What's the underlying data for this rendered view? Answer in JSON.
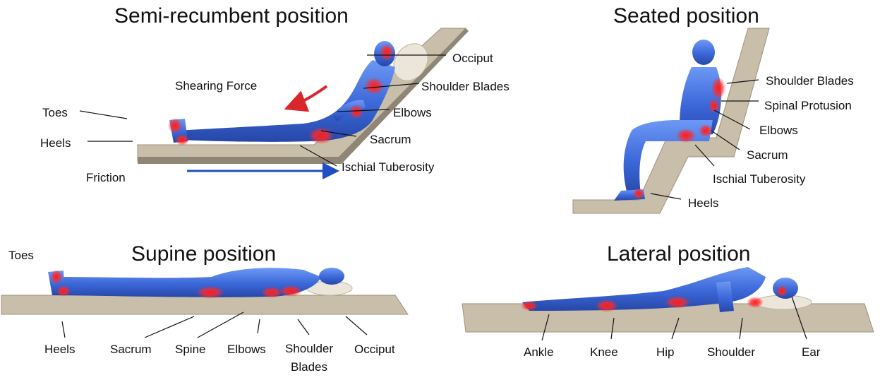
{
  "panels": {
    "semi": {
      "title": "Semi-recumbent position",
      "labels": {
        "occiput": "Occiput",
        "shoulder_blades": "Shoulder Blades",
        "elbows": "Elbows",
        "sacrum": "Sacrum",
        "ischial": "Ischial Tuberosity",
        "toes": "Toes",
        "heels": "Heels",
        "friction": "Friction",
        "shearing": "Shearing Force"
      }
    },
    "seated": {
      "title": "Seated position",
      "labels": {
        "shoulder_blades": "Shoulder Blades",
        "spinal": "Spinal Protusion",
        "elbows": "Elbows",
        "sacrum": "Sacrum",
        "ischial": "Ischial Tuberosity",
        "heels": "Heels"
      }
    },
    "supine": {
      "title": "Supine position",
      "labels": {
        "toes": "Toes",
        "heels": "Heels",
        "sacrum": "Sacrum",
        "spine": "Spine",
        "elbows": "Elbows",
        "shoulder_blades": "Shoulder Blades",
        "occiput": "Occiput"
      }
    },
    "lateral": {
      "title": "Lateral position",
      "labels": {
        "ankle": "Ankle",
        "knee": "Knee",
        "hip": "Hip",
        "shoulder": "Shoulder",
        "ear": "Ear"
      }
    }
  },
  "colors": {
    "body": "#3f6fe0",
    "pressure": "#ff2a2a",
    "surface": "#c7bca8",
    "surface_dark": "#8f8676",
    "pillow": "#ece6da",
    "shear_arrow": "#d9262b",
    "friction_arrow": "#1f4fc4"
  }
}
